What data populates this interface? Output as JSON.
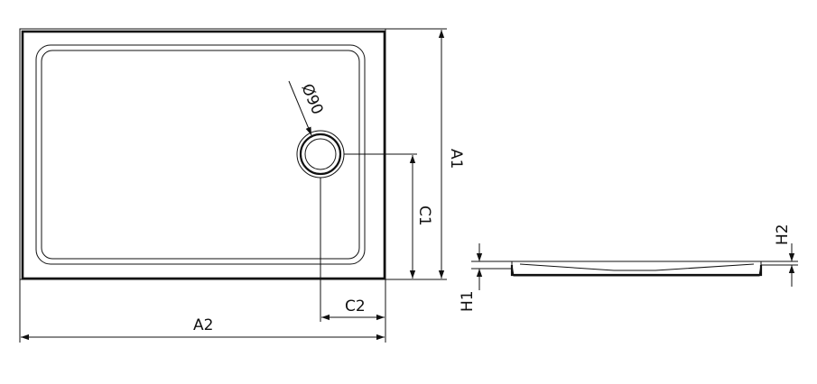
{
  "labels": {
    "drain_diameter": "Ø90",
    "a1": "A1",
    "a2": "A2",
    "c1": "C1",
    "c2": "C2",
    "h1": "H1",
    "h2": "H2"
  }
}
